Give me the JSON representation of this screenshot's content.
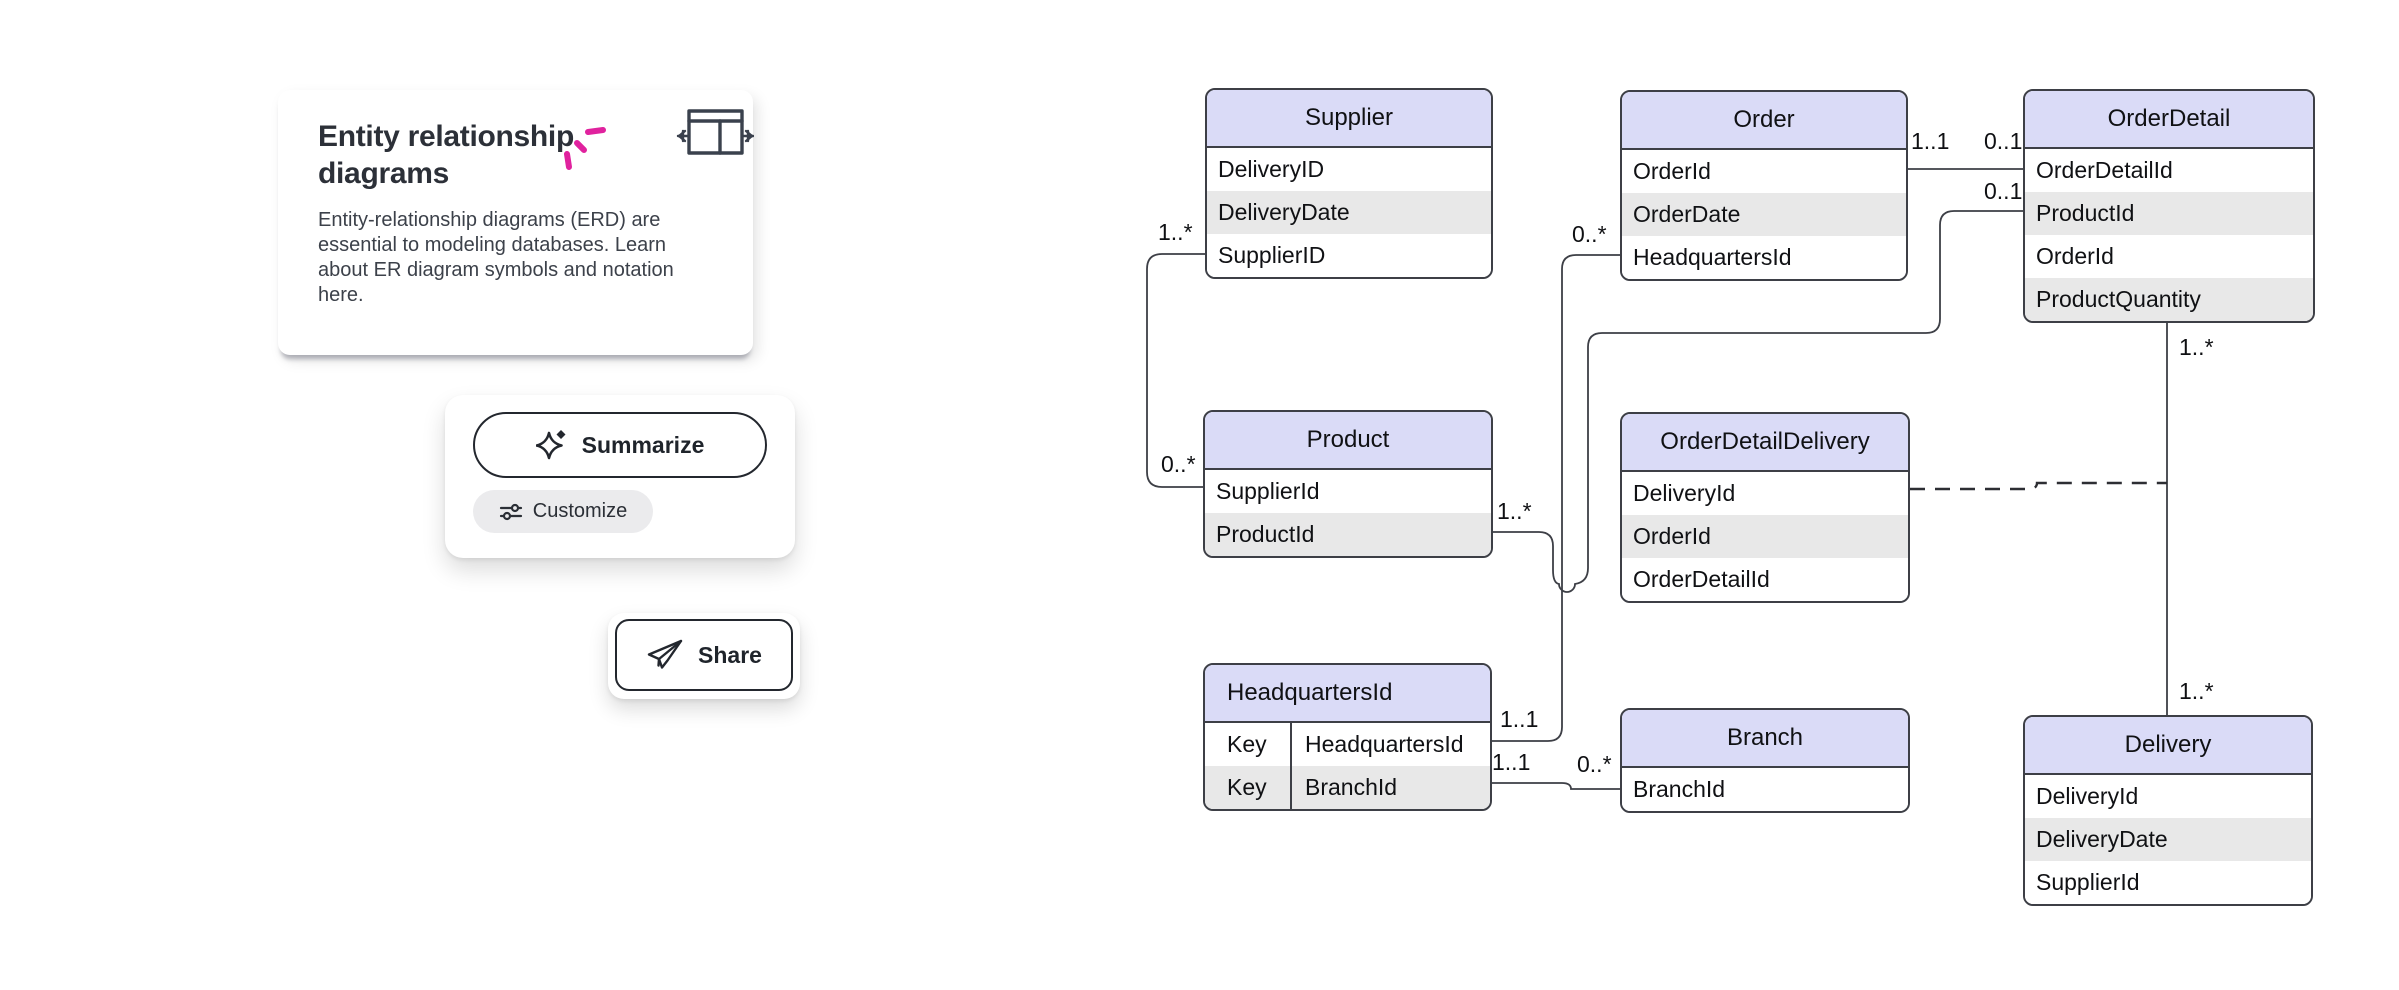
{
  "info_card": {
    "title": "Entity relationship diagrams",
    "body": "Entity-relationship diagrams (ERD) are essential to modeling databases. Learn about ER diagram symbols and notation here.",
    "accent_color": "#e0229e"
  },
  "actions": {
    "summarize_label": "Summarize",
    "customize_label": "Customize",
    "share_label": "Share"
  },
  "diagram": {
    "colors": {
      "entity_header_fill": "#dadbf7",
      "alt_row_fill": "#e8e8e8",
      "entity_border": "#3d3f46",
      "connector_line": "#3d3f46"
    },
    "entities": [
      {
        "name": "Supplier",
        "rows": [
          "DeliveryID",
          "DeliveryDate",
          "SupplierID"
        ]
      },
      {
        "name": "Order",
        "rows": [
          "OrderId",
          "OrderDate",
          "HeadquartersId"
        ]
      },
      {
        "name": "OrderDetail",
        "rows": [
          "OrderDetailId",
          "ProductId",
          "OrderId",
          "ProductQuantity"
        ]
      },
      {
        "name": "Product",
        "rows": [
          "SupplierId",
          "ProductId"
        ]
      },
      {
        "name": "OrderDetailDelivery",
        "rows": [
          "DeliveryId",
          "OrderId",
          "OrderDetailId"
        ]
      },
      {
        "name": "HeadquartersId",
        "rows": [
          {
            "key": "Key",
            "value": "HeadquartersId"
          },
          {
            "key": "Key",
            "value": "BranchId"
          }
        ]
      },
      {
        "name": "Branch",
        "rows": [
          "BranchId"
        ]
      },
      {
        "name": "Delivery",
        "rows": [
          "DeliveryId",
          "DeliveryDate",
          "SupplierId"
        ]
      }
    ],
    "cardinality_labels": [
      {
        "id": "supplier-supplierid-end",
        "text": "1..*"
      },
      {
        "id": "product-supplierid-end",
        "text": "0..*"
      },
      {
        "id": "order-orderid-end",
        "text": "1..1"
      },
      {
        "id": "orderdetail-orderdetailid-end",
        "text": "0..1"
      },
      {
        "id": "orderdetail-productid-end",
        "text": "0..1"
      },
      {
        "id": "order-headquartersid-end",
        "text": "0..*"
      },
      {
        "id": "product-productid-end",
        "text": "1..*"
      },
      {
        "id": "hq-headquartersid-end",
        "text": "1..1"
      },
      {
        "id": "hq-branchid-end",
        "text": "1..1"
      },
      {
        "id": "branch-branchid-end",
        "text": "0..*"
      },
      {
        "id": "orderdetail-delivery-top",
        "text": "1..*"
      },
      {
        "id": "orderdetail-delivery-bottom",
        "text": "1..*"
      }
    ]
  }
}
